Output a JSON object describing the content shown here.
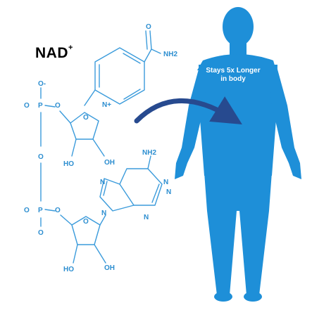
{
  "title": {
    "text": "NAD",
    "charge": "+"
  },
  "callout": {
    "line1": "Stays 5x Longer",
    "line2": "in body"
  },
  "molecule": {
    "labels": {
      "o_carbonyl": "O",
      "nh2_amide": "NH2",
      "n_plus": "N+",
      "o_ring1": "O",
      "o_minus": "O-",
      "o_p1": "O",
      "p1": "P",
      "o_p1b": "O",
      "ho1": "HO",
      "oh1": "OH",
      "o_bridge": "O",
      "nh2_adenine": "NH2",
      "n_a1": "N",
      "n_a2": "N",
      "n_a3": "N",
      "n_a4": "N",
      "n_a5": "N",
      "o_p2": "O",
      "p2": "P",
      "o_p2b": "O",
      "o_p2c": "O",
      "o_ring2": "O",
      "ho2": "HO",
      "oh2": "OH"
    }
  },
  "colors": {
    "body": "#1e8fd8",
    "structure": "#3b9bdb",
    "arrow": "#274a8f"
  }
}
